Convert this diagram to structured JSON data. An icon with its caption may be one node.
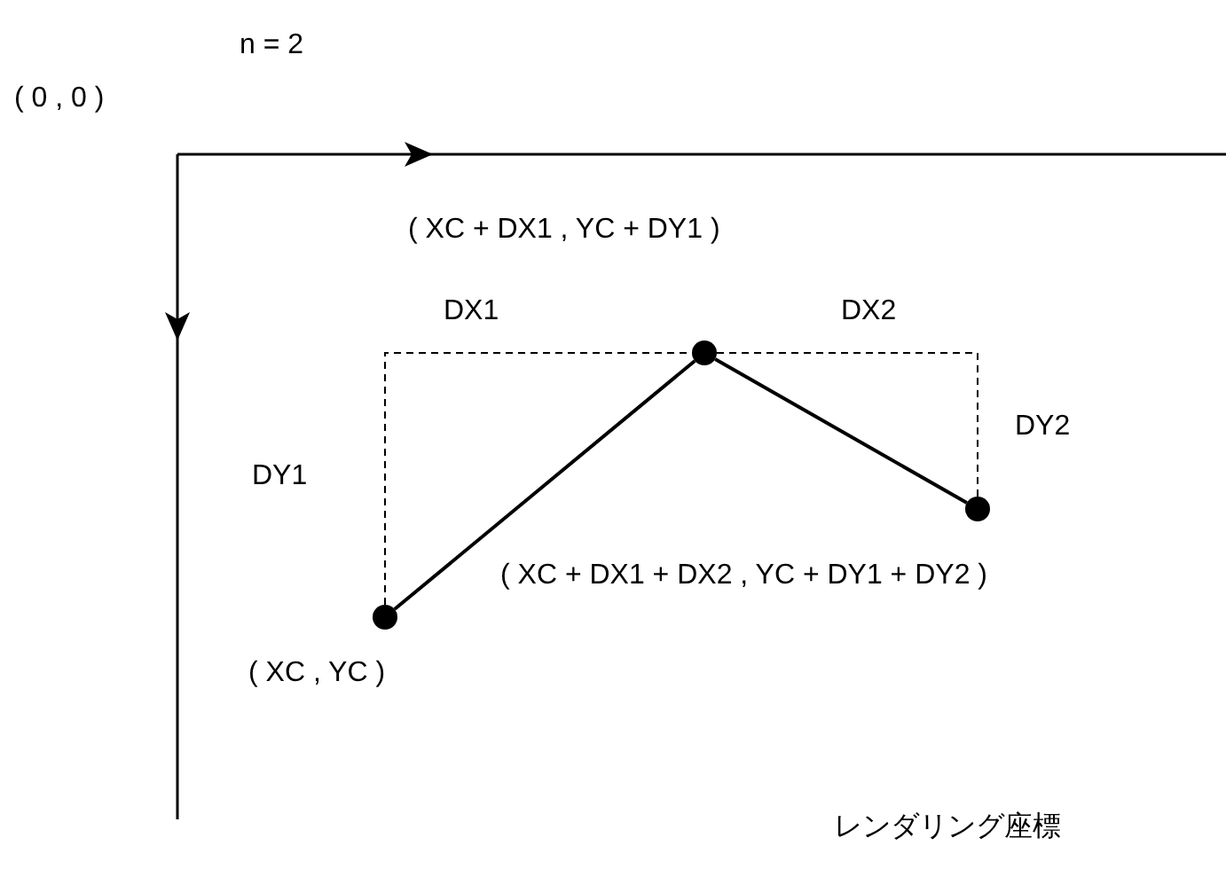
{
  "diagram": {
    "nodes": [
      {
        "text": [],
        "shape": "circle",
        "beside": [
          "( XC , YC )"
        ]
      },
      {
        "text": [],
        "shape": "circle",
        "beside": [
          "( XC + DX1 , YC + DY1 )"
        ]
      },
      {
        "text": [],
        "shape": "circle",
        "beside": [
          "( XC + DX1 + DX2 , YC + DY1 + DY2 )"
        ]
      }
    ],
    "edges": [
      {
        "from": 0,
        "to": 1,
        "arrow": "none"
      },
      {
        "from": 1,
        "to": 2,
        "arrow": "none"
      }
    ],
    "labels": [
      "n = 2",
      "( 0 , 0 )",
      "DX1",
      "DX2",
      "DY1",
      "DY2",
      "レンダリング座標"
    ]
  }
}
